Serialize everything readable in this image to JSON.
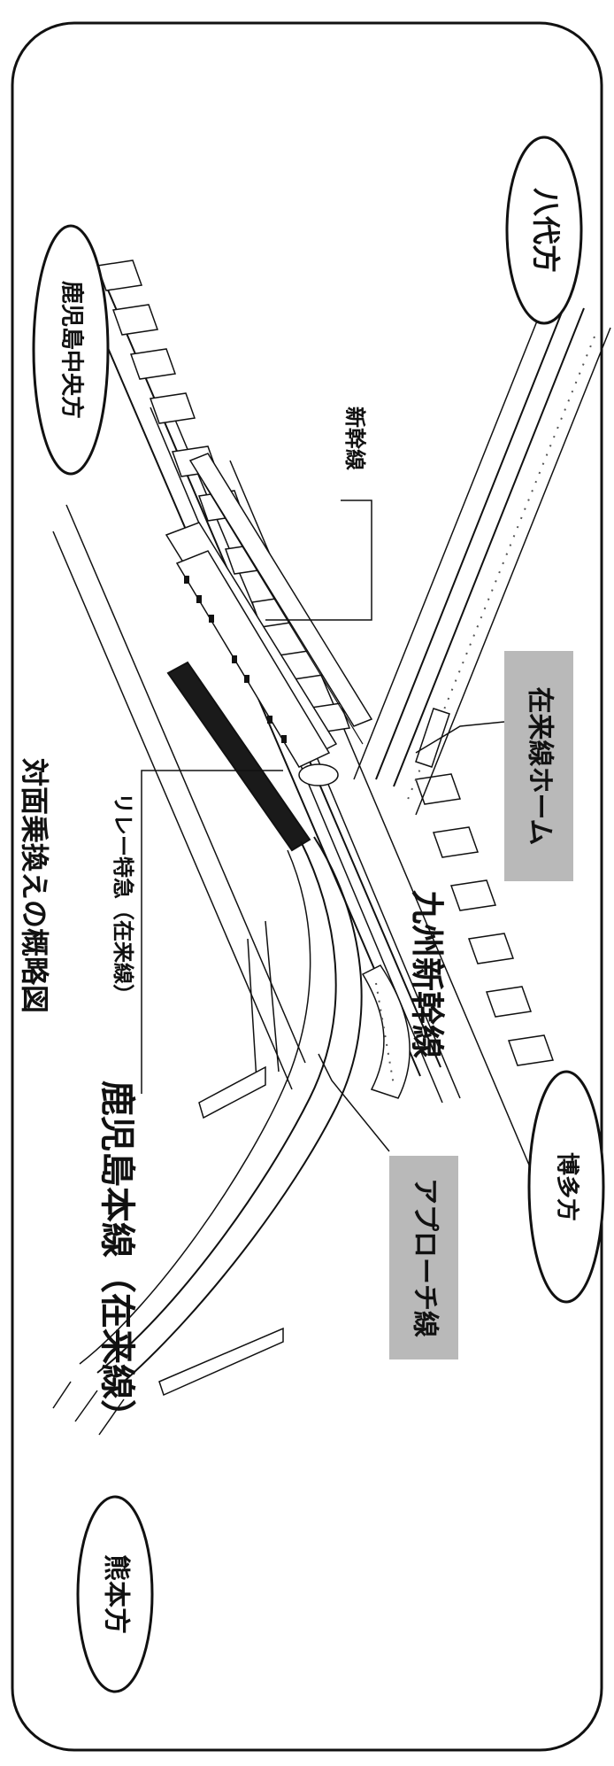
{
  "title": "対面乗換えの概略図",
  "directions": {
    "kagoshima_chuo": "鹿児島中央方",
    "yatsushiro": "八代方",
    "kumamoto": "熊本方",
    "hakata": "博多方"
  },
  "lines": {
    "shinkansen": "新幹線",
    "kyushu_shinkansen": "九州新幹線",
    "kagoshima_main": "鹿児島本線（在来線）",
    "approach": "アプローチ線"
  },
  "platform": "在来線ホーム",
  "train": "リレー特急（在来線）",
  "colors": {
    "ink": "#111111",
    "gray_box": "#b9b9b9",
    "highlight": "#1a1a1a"
  }
}
